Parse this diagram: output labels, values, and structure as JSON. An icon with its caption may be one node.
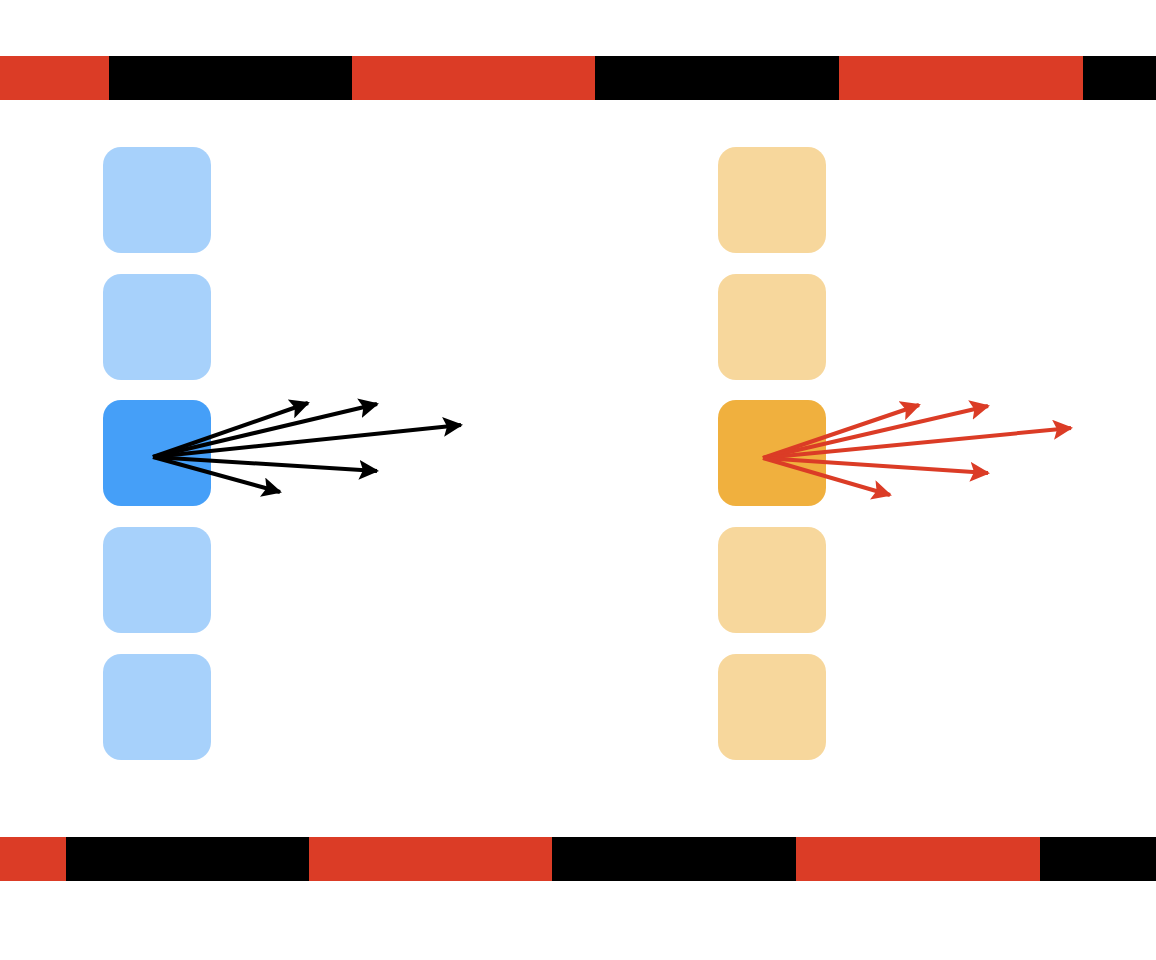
{
  "diagram": {
    "nodes": [
      {
        "text": [],
        "shape": "box"
      },
      {
        "text": [],
        "shape": "box"
      },
      {
        "text": [],
        "shape": "box"
      },
      {
        "text": [],
        "shape": "box"
      },
      {
        "text": [],
        "shape": "box"
      },
      {
        "text": [],
        "shape": "box"
      },
      {
        "text": [],
        "shape": "box"
      },
      {
        "text": [],
        "shape": "box"
      },
      {
        "text": [],
        "shape": "box"
      },
      {
        "text": [],
        "shape": "box"
      }
    ],
    "edges": [
      {
        "from": 2,
        "to": null,
        "arrow": "to"
      },
      {
        "from": 2,
        "to": null,
        "arrow": "to"
      },
      {
        "from": 2,
        "to": null,
        "arrow": "to"
      },
      {
        "from": 2,
        "to": null,
        "arrow": "to"
      },
      {
        "from": 2,
        "to": null,
        "arrow": "to"
      },
      {
        "from": 7,
        "to": null,
        "arrow": "to",
        "color": "#db3c26"
      },
      {
        "from": 7,
        "to": null,
        "arrow": "to",
        "color": "#db3c26"
      },
      {
        "from": 7,
        "to": null,
        "arrow": "to",
        "color": "#db3c26"
      },
      {
        "from": 7,
        "to": null,
        "arrow": "to",
        "color": "#db3c26"
      },
      {
        "from": 7,
        "to": null,
        "arrow": "to",
        "color": "#db3c26"
      }
    ]
  }
}
